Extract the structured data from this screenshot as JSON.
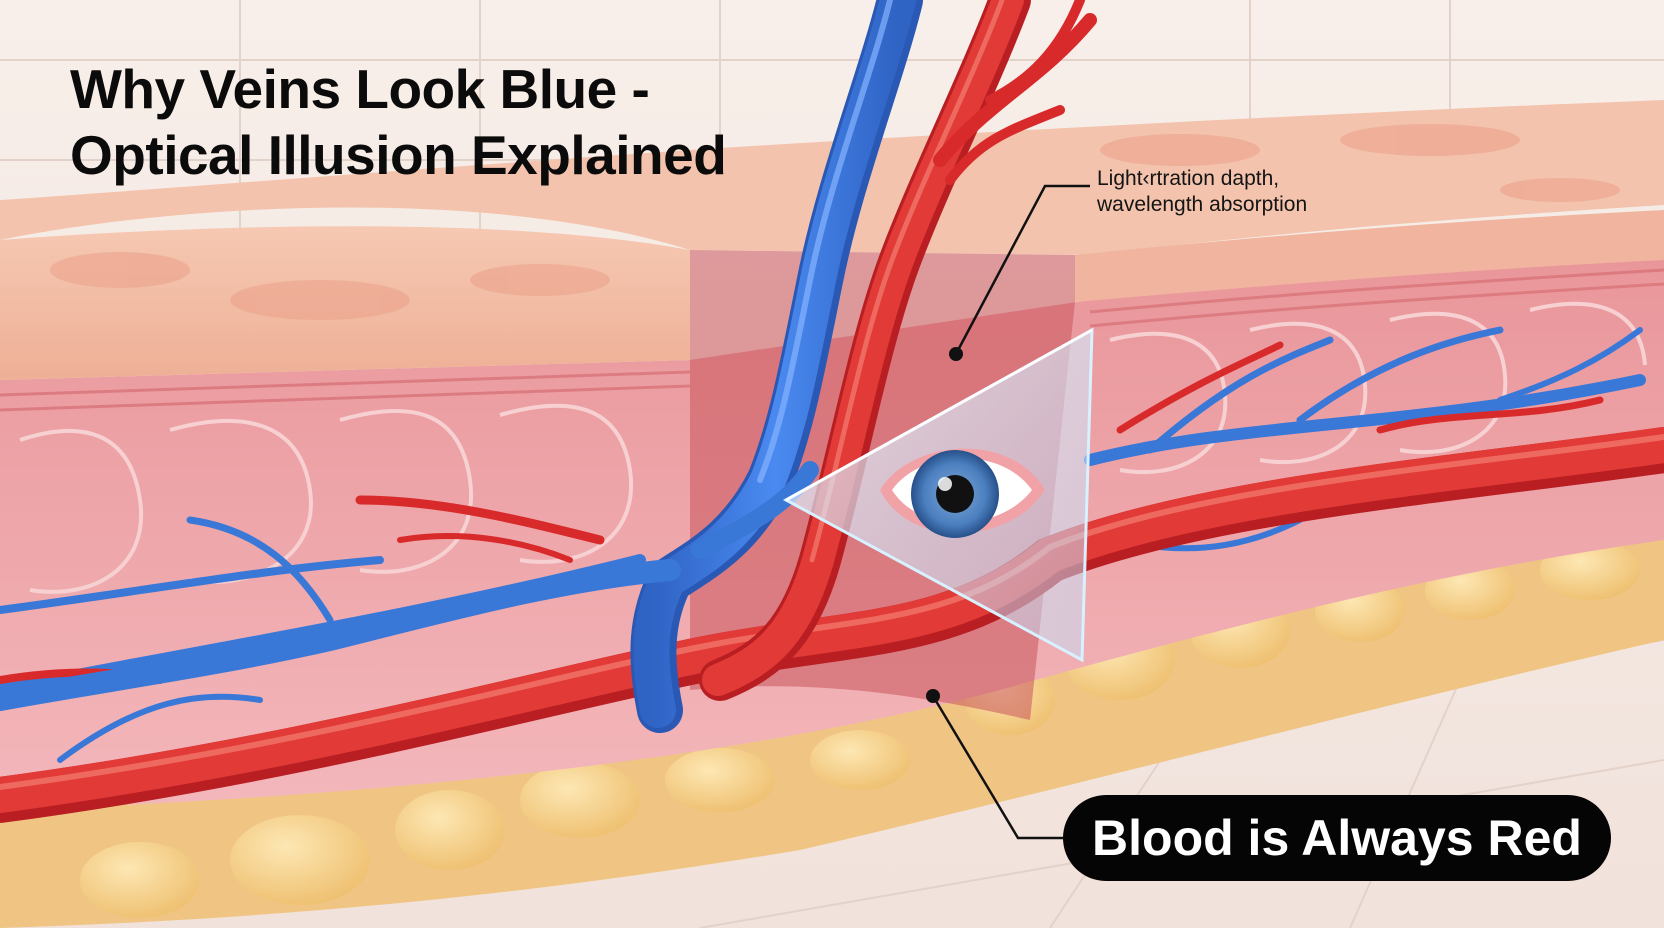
{
  "title": {
    "line1": "Why Veins Look Blue -",
    "line2": "Optical Illusion Explained"
  },
  "annotation": {
    "line1": "Light‹rtration dapth,",
    "line2": "wavelength absorption"
  },
  "callout": {
    "label": "Blood is Always Red"
  },
  "colors": {
    "vein": "#3a78d8",
    "artery": "#d82a2a",
    "skin": "#f2b9a6",
    "fat": "#f4cf88",
    "background": "#f4e7e1"
  },
  "icons": [
    "eye-icon",
    "prism-triangle-icon"
  ]
}
